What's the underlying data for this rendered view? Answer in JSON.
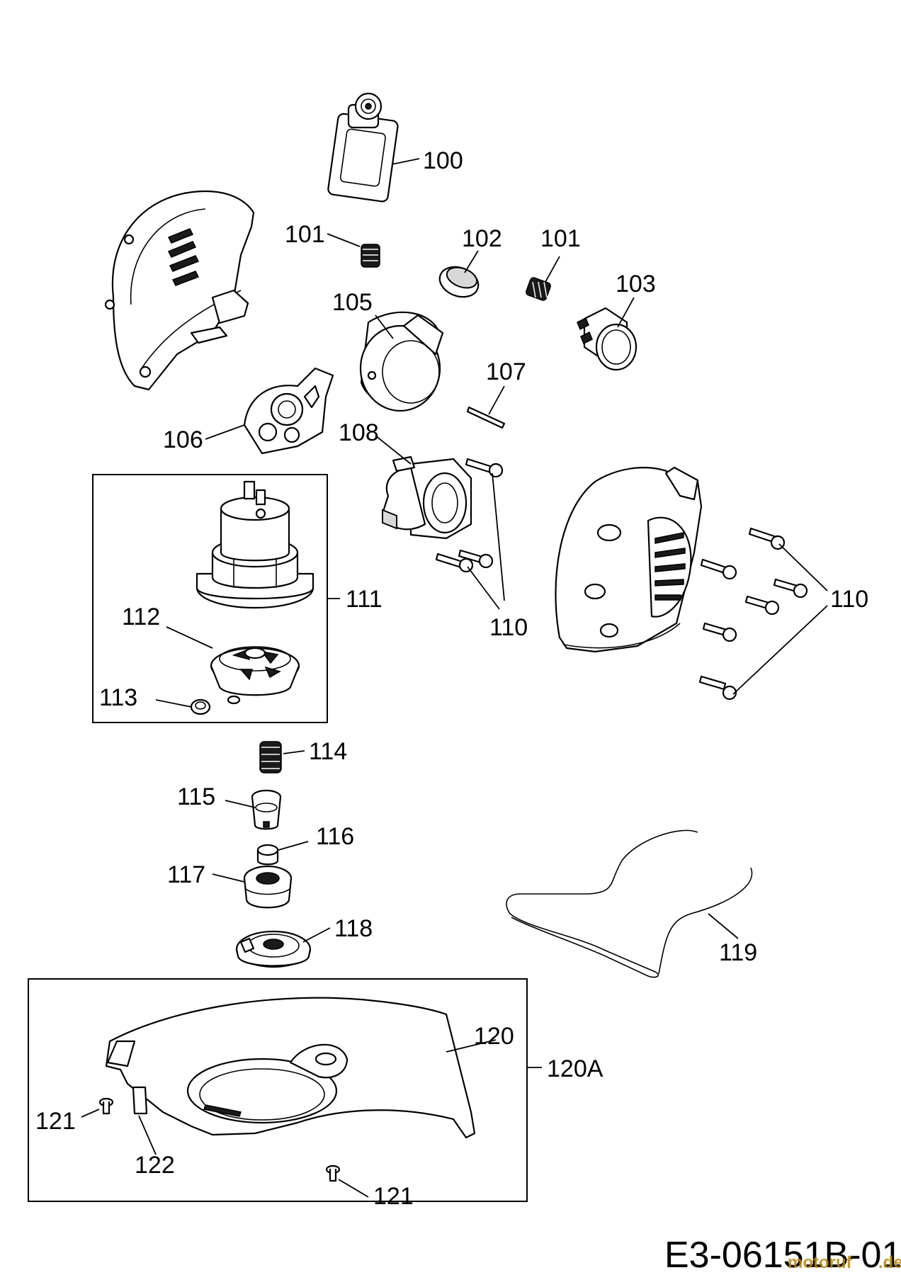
{
  "diagram": {
    "document_code": "E3-06151B-01",
    "watermark": {
      "text": "motoruf",
      "suffix": ".de",
      "color": "#b8860b"
    },
    "labels": {
      "l100": "100",
      "l101a": "101",
      "l101b": "101",
      "l102": "102",
      "l103": "103",
      "l105": "105",
      "l106": "106",
      "l107": "107",
      "l108": "108",
      "l110a": "110",
      "l110b": "110",
      "l111": "111",
      "l112": "112",
      "l113": "113",
      "l114": "114",
      "l115": "115",
      "l116": "116",
      "l117": "117",
      "l118": "118",
      "l119": "119",
      "l120": "120",
      "l120A": "120A",
      "l121a": "121",
      "l121b": "121",
      "l122": "122"
    }
  }
}
